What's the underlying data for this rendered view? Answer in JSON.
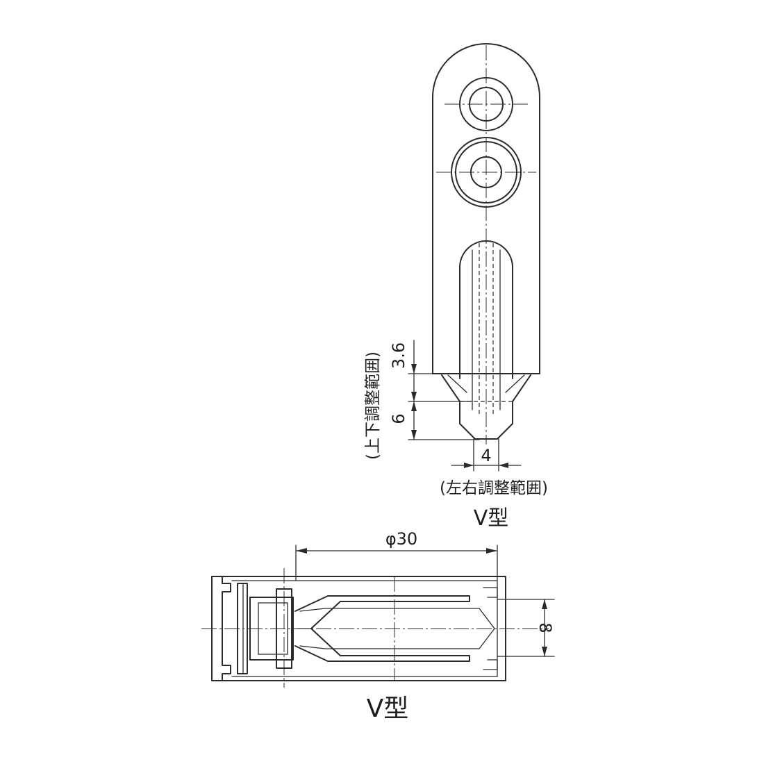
{
  "colors": {
    "line": "#2b2b2b",
    "background": "#ffffff"
  },
  "top_view": {
    "dim_vertical_upper": "3.6",
    "dim_vertical_lower": "6",
    "vertical_range_label": "(上下調整範囲)",
    "dim_horizontal": "4",
    "horizontal_range_label": "(左右調整範囲)",
    "type_label": "V型"
  },
  "bottom_view": {
    "dim_diameter": "φ30",
    "dim_height": "8",
    "type_label": "V型"
  }
}
